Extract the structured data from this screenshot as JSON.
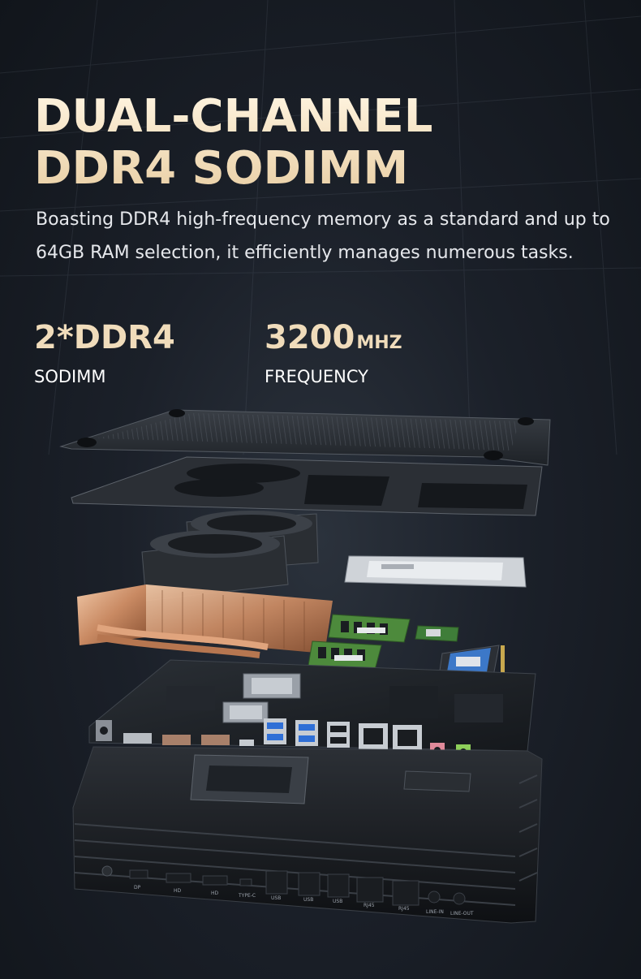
{
  "headline": {
    "line1": "DUAL-CHANNEL",
    "line2": "DDR4 SODIMM"
  },
  "description": "Boasting DDR4 high-frequency memory as a standard and up to 64GB RAM selection, it efficiently manages numerous tasks.",
  "stats": [
    {
      "value": "2*DDR4",
      "unit": "",
      "label": "SODIMM"
    },
    {
      "value": "3200",
      "unit": "MHZ",
      "label": "FREQUENCY"
    }
  ],
  "port_labels": [
    "DP",
    "HD",
    "HD",
    "TYPE-C",
    "USB",
    "USB",
    "USB",
    "RJ45",
    "RJ45",
    "LINE-IN",
    "LINE-OUT"
  ],
  "colors": {
    "headline": "#f2dfc0",
    "body_text": "#e6e8ec",
    "background": "#1b2029",
    "copper": "#c98a63",
    "usb_blue": "#2f6fd6",
    "pcb_green": "#3b7a3a"
  }
}
